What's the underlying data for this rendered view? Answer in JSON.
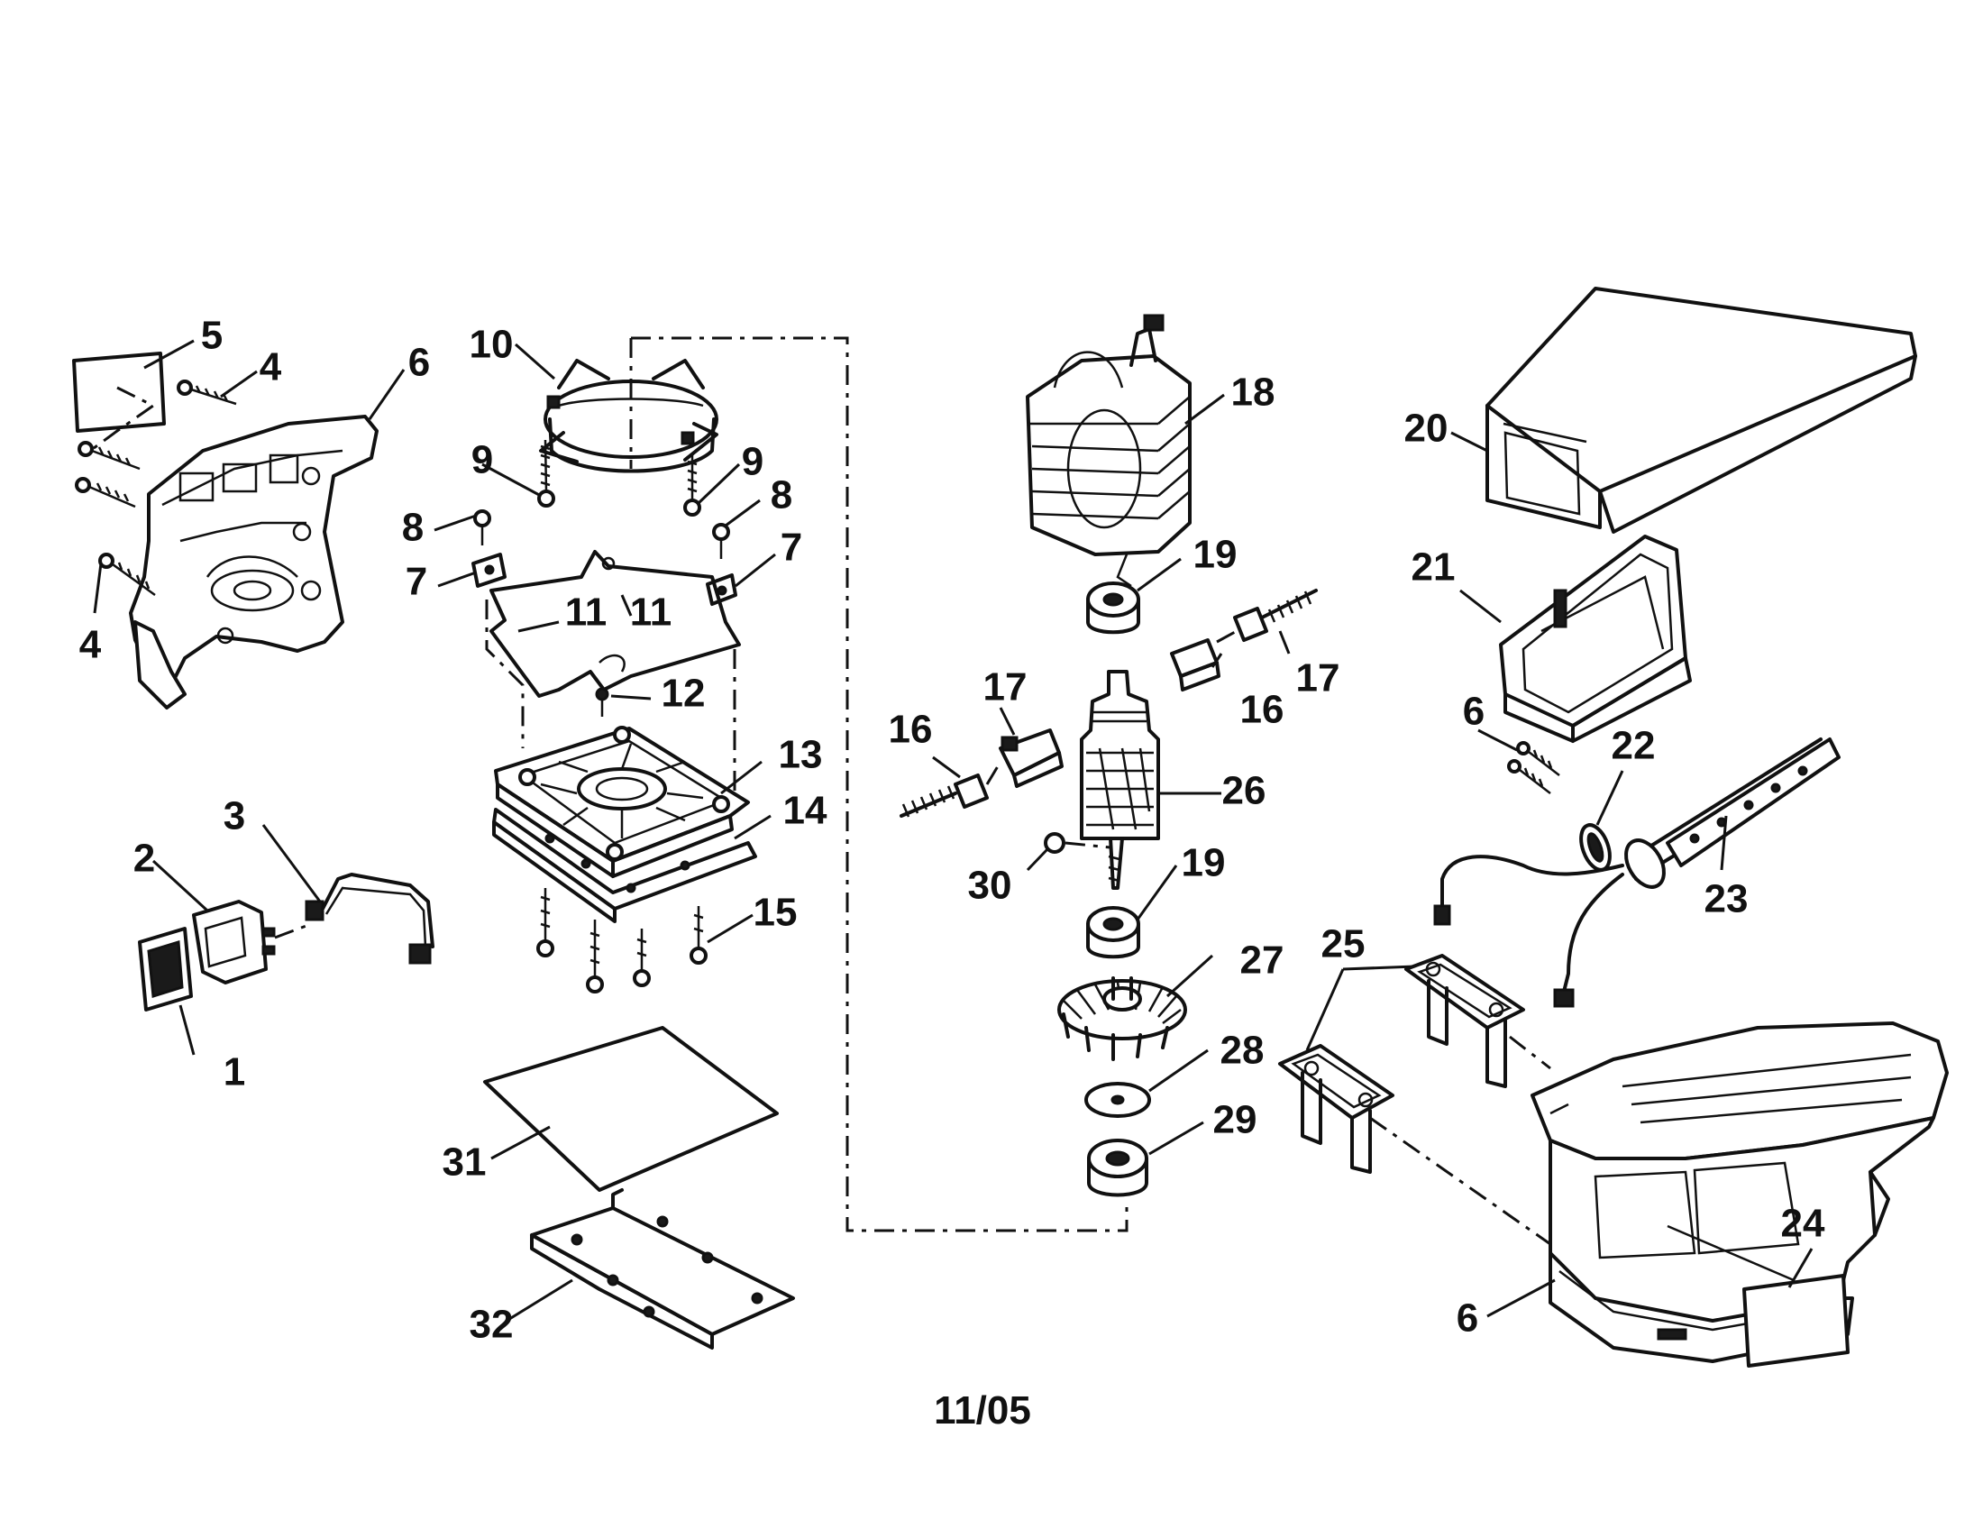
{
  "callouts": {
    "c1": "1",
    "c2": "2",
    "c3": "3",
    "c4a": "4",
    "c4b": "4",
    "c5": "5",
    "c6a": "6",
    "c6b": "6",
    "c6c": "6",
    "c7a": "7",
    "c7b": "7",
    "c8a": "8",
    "c8b": "8",
    "c9a": "9",
    "c9b": "9",
    "c10": "10",
    "c11a": "11",
    "c11b": "11",
    "c12": "12",
    "c13": "13",
    "c14": "14",
    "c15": "15",
    "c16a": "16",
    "c16b": "16",
    "c17a": "17",
    "c17b": "17",
    "c18": "18",
    "c19a": "19",
    "c19b": "19",
    "c20": "20",
    "c21": "21",
    "c22": "22",
    "c23": "23",
    "c24": "24",
    "c25": "25",
    "c26": "26",
    "c27": "27",
    "c28": "28",
    "c29": "29",
    "c30": "30",
    "c31": "31",
    "c32": "32"
  },
  "footer": {
    "date_code": "11/05"
  }
}
